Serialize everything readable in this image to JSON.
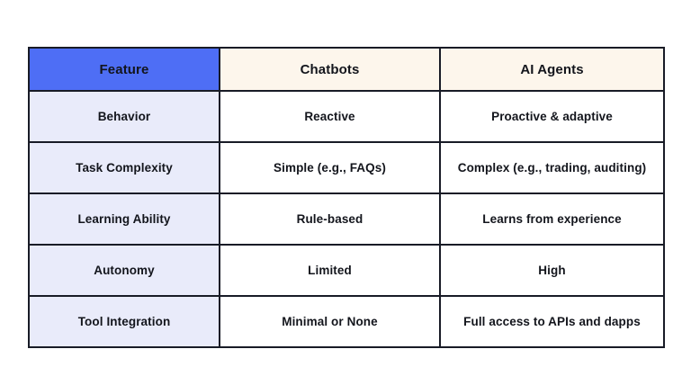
{
  "colors": {
    "header_feature_bg": "#4e6ef5",
    "header_feature_text": "#ffffff",
    "header_cream_bg": "#fdf6ec",
    "feature_column_bg": "#e9ebfa",
    "value_cell_bg": "#ffffff",
    "border": "#181b26",
    "text": "#13151c",
    "page_bg": "#ffffff"
  },
  "table": {
    "headers": [
      {
        "label": "Feature"
      },
      {
        "label": "Chatbots"
      },
      {
        "label": "AI Agents"
      }
    ],
    "rows": [
      {
        "feature": "Behavior",
        "chatbots": "Reactive",
        "ai_agents": "Proactive & adaptive"
      },
      {
        "feature": "Task Complexity",
        "chatbots": "Simple (e.g., FAQs)",
        "ai_agents": "Complex (e.g., trading, auditing)"
      },
      {
        "feature": "Learning Ability",
        "chatbots": "Rule-based",
        "ai_agents": "Learns from experience"
      },
      {
        "feature": "Autonomy",
        "chatbots": "Limited",
        "ai_agents": "High"
      },
      {
        "feature": "Tool Integration",
        "chatbots": "Minimal or None",
        "ai_agents": "Full access to APIs and dapps"
      }
    ]
  }
}
